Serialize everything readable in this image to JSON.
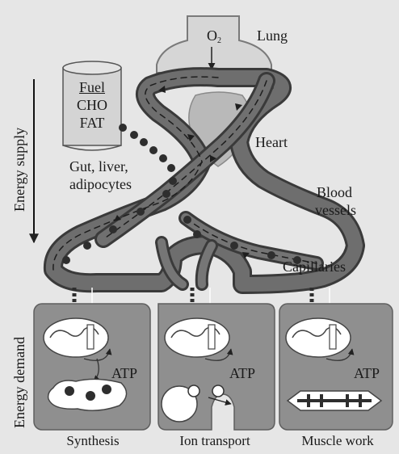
{
  "labels": {
    "oxygen": "O",
    "oxygen_subscript": "2",
    "lung": "Lung",
    "fuel": "Fuel",
    "cho": "CHO",
    "fat": "FAT",
    "heart": "Heart",
    "gut_line1": "Gut, liver,",
    "gut_line2": "adipocytes",
    "blood_line1": "Blood",
    "blood_line2": "vessels",
    "capillaries": "Capillaries",
    "energy_supply": "Energy supply",
    "energy_demand": "Energy demand",
    "atp": "ATP"
  },
  "panels": [
    {
      "caption": "Synthesis",
      "atp": "ATP"
    },
    {
      "caption": "Ion transport",
      "atp": "ATP"
    },
    {
      "caption": "Muscle work",
      "atp": "ATP"
    }
  ],
  "colors": {
    "background": "#e6e6e6",
    "vessel": "#6a6a6a",
    "vessel_dark": "#3a3a3a",
    "panel": "#8f8f8f",
    "lung": "#d8d8d8",
    "heart": "#bdbdbd",
    "dots": "#2e2e2e"
  }
}
